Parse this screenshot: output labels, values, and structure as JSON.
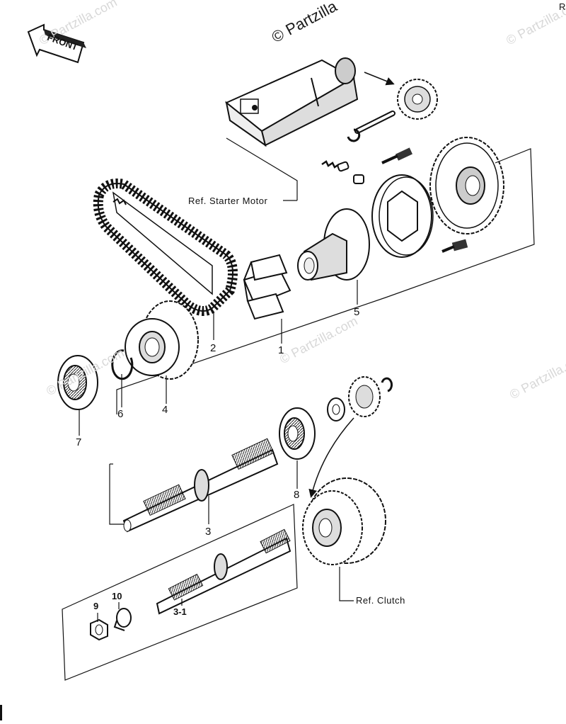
{
  "diagram": {
    "watermark": "© Partzilla.com",
    "watermark_top": "© Partzilla",
    "corner_mark": "R",
    "front_label": "FRONT",
    "refs": {
      "starter_motor": "Ref.  Starter Motor",
      "clutch": "Ref.  Clutch"
    },
    "callouts": [
      "1",
      "2",
      "3",
      "3-1",
      "4",
      "5",
      "6",
      "7",
      "8",
      "9",
      "10"
    ]
  }
}
